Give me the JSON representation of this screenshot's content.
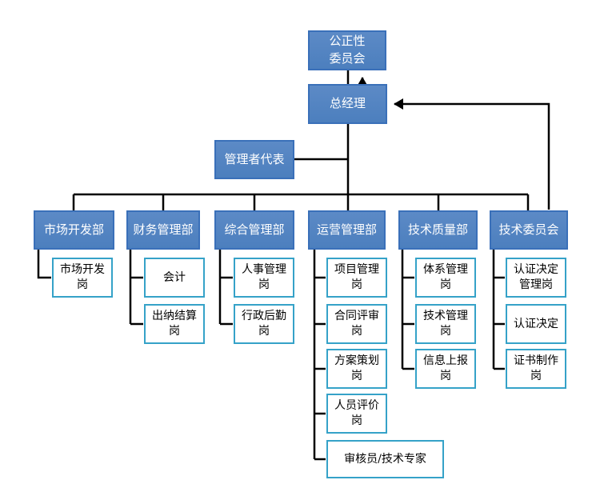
{
  "colors": {
    "background": "#FFFFFF",
    "department_fill": "#4C7FBE",
    "department_fill_light": "#5C8AC6",
    "department_border": "#3A70B9",
    "department_text": "#FFFFFF",
    "role_fill": "#FFFFFF",
    "role_border": "#35A2C8",
    "role_text": "#000000",
    "connector": "#000000"
  },
  "org": {
    "top": {
      "impartiality_committee": {
        "label": "公正性\n委员会"
      },
      "general_manager": {
        "label": "总经理"
      },
      "management_representative": {
        "label": "管理者代表"
      }
    },
    "departments": [
      {
        "label": "市场开发部",
        "roles": [
          "市场开发\n岗"
        ]
      },
      {
        "label": "财务管理部",
        "roles": [
          "会计",
          "出纳结算\n岗"
        ]
      },
      {
        "label": "综合管理部",
        "roles": [
          "人事管理\n岗",
          "行政后勤\n岗"
        ]
      },
      {
        "label": "运营管理部",
        "roles": [
          "项目管理\n岗",
          "合同评审\n岗",
          "方案策划\n岗",
          "人员评价\n岗",
          "审核员/技术专家"
        ]
      },
      {
        "label": "技术质量部",
        "roles": [
          "体系管理\n岗",
          "技术管理\n岗",
          "信息上报\n岗"
        ]
      },
      {
        "label": "技术委员会",
        "roles": [
          "认证决定\n管理岗",
          "认证决定",
          "证书制作\n岗"
        ]
      }
    ]
  }
}
